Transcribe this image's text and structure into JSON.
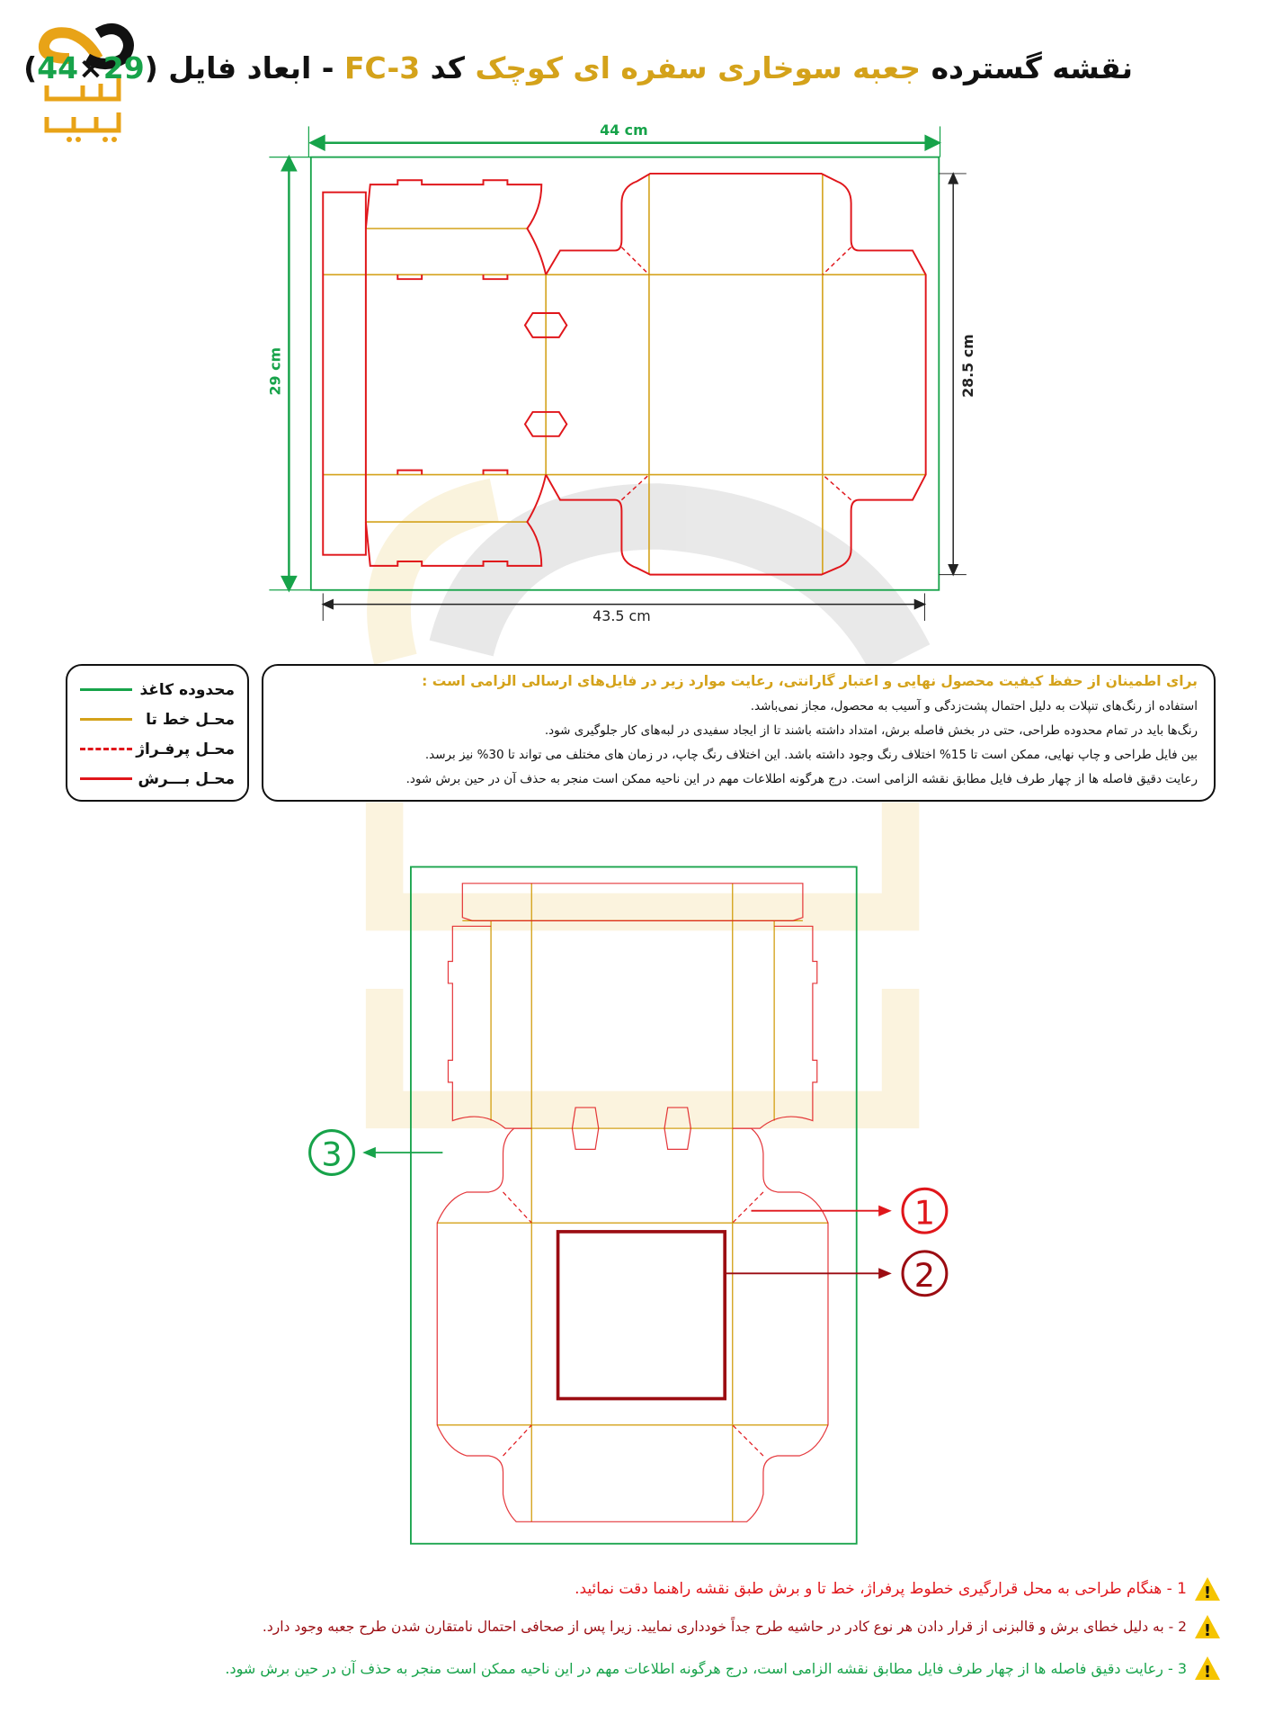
{
  "logo": {
    "text": "فارس چاپ"
  },
  "title": {
    "part1": "نقشه گسترده",
    "part2": "جعبه سوخاری سفره ای کوچک",
    "part3": "کد",
    "code": "FC-3",
    "part4": "- ابعاد فایل (",
    "dim_a": "29",
    "times": "×",
    "dim_b": "44",
    "close": ")"
  },
  "dimensions": {
    "top": "44 cm",
    "left": "29 cm",
    "right": "28.5 cm",
    "bottom": "43.5 cm"
  },
  "legend": {
    "items": [
      {
        "label": "محدوده کاغذ",
        "color": "#17a34a",
        "style": "solid"
      },
      {
        "label": "محـل خط تا",
        "color": "#d4a21a",
        "style": "solid"
      },
      {
        "label": "محـل پرفـراژ",
        "color": "#e0161b",
        "style": "dashed"
      },
      {
        "label": "محـل بـــرش",
        "color": "#e0161b",
        "style": "solid"
      }
    ]
  },
  "notes": {
    "heading": "برای اطمینان از حفظ کیفیت محصول نهایی و اعتبار گارانتی، رعایت موارد زیر در فایل‌های ارسالی الزامی است :",
    "lines": [
      "استفاده از رنگ‌های تنپلات به دلیل احتمال پشت‌زدگی و آسیب به محصول، مجاز نمی‌باشد.",
      "رنگ‌ها باید در تمام محدوده طراحی، حتی در بخش فاصله برش، امتداد داشته باشند تا از ایجاد سفیدی در لبه‌های کار جلوگیری شود.",
      "بین فایل طراحی و چاپ نهایی، ممکن است تا 15% اختلاف رنگ وجود داشته باشد. این اختلاف رنگ چاپ، در زمان های مختلف می تواند تا 30% نیز برسد.",
      "رعایت دقیق فاصله ها از چهار طرف فایل مطابق نقشه الزامی است. درج هرگونه اطلاعات مهم در این ناحیه ممکن است منجر به حذف آن در حین برش شود."
    ]
  },
  "callouts": {
    "one": "1",
    "two": "2",
    "three": "3"
  },
  "bottom_notes": [
    {
      "text": "1 - هنگام طراحی به محل قرارگیری خطوط پرفراژ، خط تا و برش طبق نقشه راهنما دقت نمائید.",
      "color": "#e0161b"
    },
    {
      "text": "2 - به دلیل خطای برش و قالبزنی از قرار دادن هر نوع کادر در حاشیه طرح جداً خودداری نمایید. زیرا پس از صحافی احتمال نامتقارن شدن طرح جعبه وجود دارد.",
      "color": "#9b0c12"
    },
    {
      "text": "3 - رعایت دقیق فاصله ها از چهار طرف فایل مطابق نقشه الزامی است، درج هرگونه اطلاعات مهم در این ناحیه ممکن است منجر به حذف آن در حین برش شود.",
      "color": "#17a34a"
    }
  ],
  "colors": {
    "cut": "#e0161b",
    "fold": "#d4a21a",
    "paper": "#17a34a",
    "frame": "#9b0c12"
  }
}
